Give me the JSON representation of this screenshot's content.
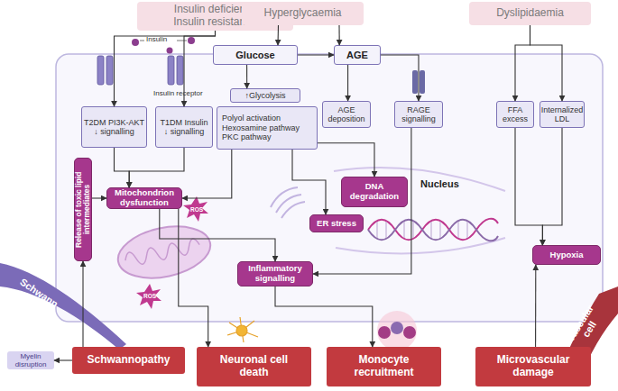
{
  "diagram": {
    "nodes": [
      {
        "text": [
          "Insulin deficiency Insulin resistance"
        ]
      },
      {
        "text": [
          "Hyperglycaemia"
        ]
      },
      {
        "text": [
          "Dyslipidaemia"
        ]
      },
      {
        "text": [
          "Glucose"
        ]
      },
      {
        "text": [
          "AGE"
        ]
      },
      {
        "text": [
          "↑Glycolysis"
        ]
      },
      {
        "text": [
          "T2DM PI3K-AKT ↓ signalling"
        ]
      },
      {
        "text": [
          "T1DM Insulin ↓ signalling"
        ]
      },
      {
        "text": [
          "Polyol activation Hexosamine pathway PKC pathway"
        ]
      },
      {
        "text": [
          "AGE deposition"
        ]
      },
      {
        "text": [
          "RAGE signalling"
        ]
      },
      {
        "text": [
          "FFA excess"
        ]
      },
      {
        "text": [
          "Internalized LDL"
        ]
      },
      {
        "text": [
          "Release of toxic lipid intermediates"
        ]
      },
      {
        "text": [
          "Mitochondrion dysfunction"
        ]
      },
      {
        "text": [
          "DNA degradation"
        ]
      },
      {
        "text": [
          "ER stress"
        ]
      },
      {
        "text": [
          "Hypoxia"
        ]
      },
      {
        "text": [
          "Inflammatory signalling"
        ]
      },
      {
        "text": [
          "Myelin disruption"
        ]
      },
      {
        "text": [
          "Schwannopathy"
        ]
      },
      {
        "text": [
          "Neuronal cell death"
        ]
      },
      {
        "text": [
          "Monocyte recruitment"
        ]
      },
      {
        "text": [
          "Microvascular damage"
        ]
      }
    ],
    "edges": [
      {
        "from": 0,
        "to": 6,
        "arrow": "to"
      },
      {
        "from": 0,
        "to": 7,
        "arrow": "to"
      },
      {
        "from": 1,
        "to": 3,
        "arrow": "to"
      },
      {
        "from": 1,
        "to": 4,
        "arrow": "to"
      },
      {
        "from": 3,
        "to": 4,
        "arrow": "to"
      },
      {
        "from": 3,
        "to": 5,
        "arrow": "to"
      },
      {
        "from": 4,
        "to": 9,
        "arrow": "to"
      },
      {
        "from": 4,
        "to": 10,
        "arrow": "to"
      },
      {
        "from": 2,
        "to": 11,
        "arrow": "to"
      },
      {
        "from": 2,
        "to": 12,
        "arrow": "to"
      },
      {
        "from": 6,
        "to": 14,
        "arrow": "to"
      },
      {
        "from": 7,
        "to": 14,
        "arrow": "to"
      },
      {
        "from": 8,
        "to": 14,
        "arrow": "to"
      },
      {
        "from": 8,
        "to": 16,
        "arrow": "to"
      },
      {
        "from": 8,
        "to": 15,
        "arrow": "to"
      },
      {
        "from": 10,
        "to": 18,
        "arrow": "to"
      },
      {
        "from": 11,
        "to": 17,
        "arrow": "to"
      },
      {
        "from": 12,
        "to": 17,
        "arrow": "to"
      },
      {
        "from": 14,
        "to": 18,
        "arrow": "to"
      },
      {
        "from": 14,
        "to": 21,
        "arrow": "to"
      },
      {
        "from": 18,
        "to": 22,
        "arrow": "to"
      },
      {
        "from": 23,
        "to": 17,
        "arrow": "to"
      },
      {
        "from": 20,
        "to": 13,
        "arrow": "to"
      },
      {
        "from": 13,
        "to": 14,
        "arrow": "to"
      },
      {
        "from": 20,
        "to": 19,
        "arrow": "to"
      }
    ],
    "labels": [
      "Insulin",
      "Insulin receptor",
      "ROS",
      "Nucleus",
      "ROS",
      "Schwann cell",
      "Vascular cell"
    ]
  }
}
